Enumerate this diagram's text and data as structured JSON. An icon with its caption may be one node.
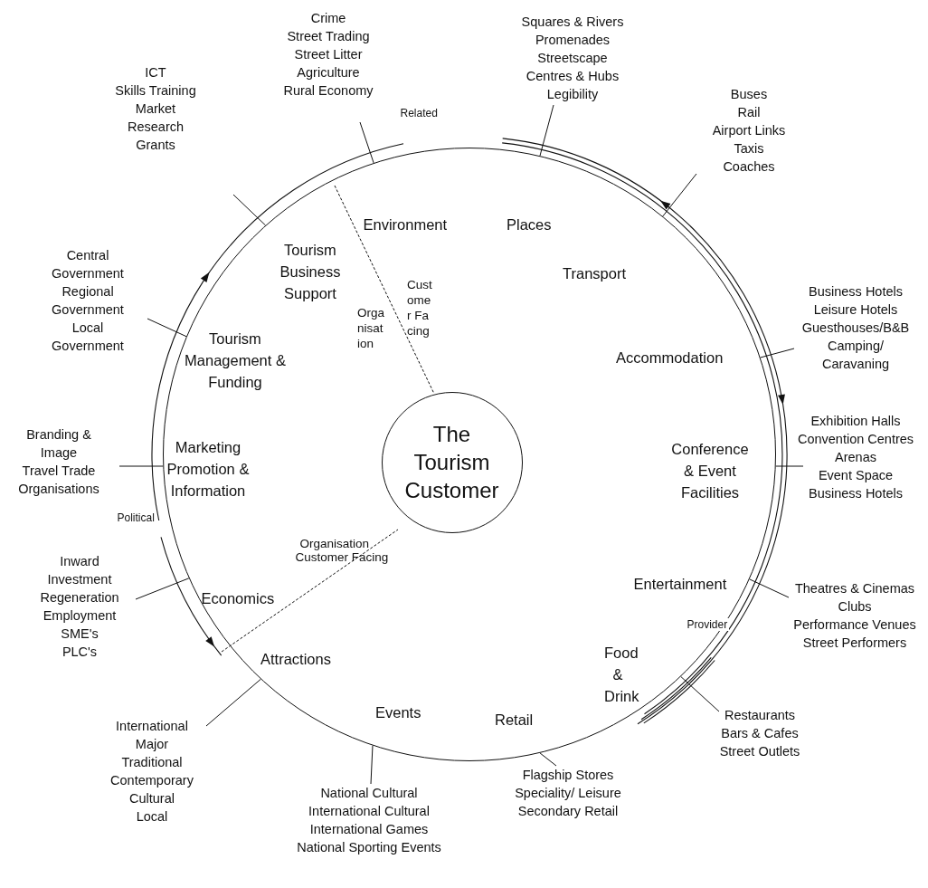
{
  "diagram": {
    "nodes": [
      {
        "text": [],
        "shape": "circle"
      },
      {
        "text": [
          "The Tourism Customer"
        ],
        "in": 0
      },
      {
        "text": [
          "ICT",
          "Skills Training",
          "Market",
          "Research",
          "Grants"
        ]
      },
      {
        "text": [
          "Crime",
          "Street Trading",
          "Street Litter",
          "Agriculture",
          "Rural Economy"
        ]
      },
      {
        "text": [
          "Squares & Rivers",
          "Promenades",
          "Streetscape",
          "Centres & Hubs",
          "Legibility"
        ]
      },
      {
        "text": [
          "Buses",
          "Rail",
          "Airport Links",
          "Taxis",
          "Coaches"
        ]
      },
      {
        "text": [
          "Central",
          "Government",
          "Regional",
          "Government",
          "Local",
          "Government"
        ]
      },
      {
        "text": [
          "Business Hotels",
          "Leisure Hotels",
          "Guesthouses/B&B",
          "Camping/",
          "Caravaning"
        ]
      },
      {
        "text": [
          "Branding &",
          "Image",
          "Travel Trade",
          "Organisations"
        ]
      },
      {
        "text": [
          "Exhibition Halls",
          "Convention Centres",
          "Arenas",
          "Event Space",
          "Business Hotels"
        ]
      },
      {
        "text": [
          "Inward",
          "Investment",
          "Regeneration",
          "Employment",
          "SME's",
          "PLC's"
        ]
      },
      {
        "text": [
          "Theatres & Cinemas",
          "Clubs",
          "Performance Venues",
          "Street Performers"
        ]
      },
      {
        "text": [
          "International",
          "Major",
          "Traditional",
          "Contemporary",
          "Cultural",
          "Local"
        ]
      },
      {
        "text": [
          "Restaurants",
          "Bars & Cafes",
          "Street Outlets"
        ]
      },
      {
        "text": [
          "National Cultural",
          "International Cultural",
          "International Games",
          "National Sporting Events"
        ]
      },
      {
        "text": [
          "Flagship Stores",
          "Speciality/ Leisure",
          "Secondary Retail"
        ]
      }
    ],
    "edges": [
      {
        "from": 2,
        "to": 0,
        "arrow": "none"
      },
      {
        "from": 3,
        "to": 0,
        "arrow": "none"
      },
      {
        "from": 4,
        "to": 0,
        "arrow": "none"
      },
      {
        "from": 5,
        "to": 0,
        "arrow": "none"
      },
      {
        "from": 6,
        "to": 0,
        "arrow": "none"
      },
      {
        "from": 7,
        "to": 0,
        "arrow": "none"
      },
      {
        "from": 8,
        "to": 0,
        "arrow": "none"
      },
      {
        "from": 9,
        "to": 0,
        "arrow": "none"
      },
      {
        "from": 10,
        "to": 0,
        "arrow": "none"
      },
      {
        "from": 11,
        "to": 0,
        "arrow": "none"
      },
      {
        "from": 12,
        "to": 0,
        "arrow": "none"
      },
      {
        "from": 13,
        "to": 0,
        "arrow": "none"
      },
      {
        "from": 14,
        "to": 0,
        "arrow": "none"
      },
      {
        "from": 15,
        "to": 0,
        "arrow": "none"
      }
    ],
    "labels": [
      "Related",
      "Environment",
      "Places",
      "Tourism Business Support",
      "Transport",
      "Customer Facing",
      "Organisation",
      "Tourism Management & Funding",
      "Accommodation",
      "Marketing Promotion & Information",
      "Conference & Event Facilities",
      "Political",
      "Organisation",
      "Customer Facing",
      "Economics",
      "Entertainment",
      "Provider",
      "Attractions",
      "Food & Drink",
      "Events",
      "Retail"
    ]
  }
}
